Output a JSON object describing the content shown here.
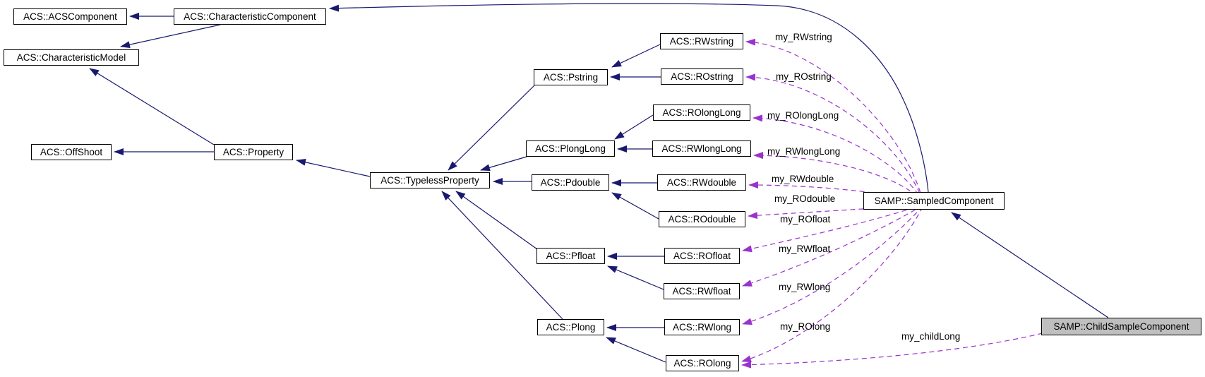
{
  "diagram": {
    "kind": "class-inheritance-and-usage-graph",
    "selected_node": "SAMP::ChildSampleComponent",
    "colors": {
      "background": "#ffffff",
      "inheritance_edge": "#191970",
      "usage_edge": "#9a32cd",
      "node_border": "#000000",
      "node_fill": "#ffffff",
      "selected_node_fill": "#bfbfbf",
      "text": "#000000"
    },
    "nodes": {
      "acscomponent": {
        "label": "ACS::ACSComponent"
      },
      "characteristiccomponent": {
        "label": "ACS::CharacteristicComponent"
      },
      "characteristicmodel": {
        "label": "ACS::CharacteristicModel"
      },
      "offshoot": {
        "label": "ACS::OffShoot"
      },
      "property": {
        "label": "ACS::Property"
      },
      "typelessproperty": {
        "label": "ACS::TypelessProperty"
      },
      "pstring": {
        "label": "ACS::Pstring"
      },
      "plonglong": {
        "label": "ACS::PlongLong"
      },
      "pdouble": {
        "label": "ACS::Pdouble"
      },
      "pfloat": {
        "label": "ACS::Pfloat"
      },
      "plong": {
        "label": "ACS::Plong"
      },
      "rwstring": {
        "label": "ACS::RWstring"
      },
      "rostring": {
        "label": "ACS::ROstring"
      },
      "rolonglong": {
        "label": "ACS::ROlongLong"
      },
      "rwlonglong": {
        "label": "ACS::RWlongLong"
      },
      "rwdouble": {
        "label": "ACS::RWdouble"
      },
      "rodouble": {
        "label": "ACS::ROdouble"
      },
      "rofloat": {
        "label": "ACS::ROfloat"
      },
      "rwfloat": {
        "label": "ACS::RWfloat"
      },
      "rwlong": {
        "label": "ACS::RWlong"
      },
      "rolong": {
        "label": "ACS::ROlong"
      },
      "sampledcomponent": {
        "label": "SAMP::SampledComponent"
      },
      "childsamplecomponent": {
        "label": "SAMP::ChildSampleComponent"
      }
    },
    "inheritance_edges": [
      {
        "from": "ACS::CharacteristicComponent",
        "to": "ACS::ACSComponent"
      },
      {
        "from": "ACS::CharacteristicComponent",
        "to": "ACS::CharacteristicModel"
      },
      {
        "from": "ACS::Property",
        "to": "ACS::CharacteristicModel"
      },
      {
        "from": "ACS::Property",
        "to": "ACS::OffShoot"
      },
      {
        "from": "ACS::TypelessProperty",
        "to": "ACS::Property"
      },
      {
        "from": "ACS::Pstring",
        "to": "ACS::TypelessProperty"
      },
      {
        "from": "ACS::PlongLong",
        "to": "ACS::TypelessProperty"
      },
      {
        "from": "ACS::Pdouble",
        "to": "ACS::TypelessProperty"
      },
      {
        "from": "ACS::Pfloat",
        "to": "ACS::TypelessProperty"
      },
      {
        "from": "ACS::Plong",
        "to": "ACS::TypelessProperty"
      },
      {
        "from": "ACS::RWstring",
        "to": "ACS::Pstring"
      },
      {
        "from": "ACS::ROstring",
        "to": "ACS::Pstring"
      },
      {
        "from": "ACS::ROlongLong",
        "to": "ACS::PlongLong"
      },
      {
        "from": "ACS::RWlongLong",
        "to": "ACS::PlongLong"
      },
      {
        "from": "ACS::RWdouble",
        "to": "ACS::Pdouble"
      },
      {
        "from": "ACS::ROdouble",
        "to": "ACS::Pdouble"
      },
      {
        "from": "ACS::ROfloat",
        "to": "ACS::Pfloat"
      },
      {
        "from": "ACS::RWfloat",
        "to": "ACS::Pfloat"
      },
      {
        "from": "ACS::RWlong",
        "to": "ACS::Plong"
      },
      {
        "from": "ACS::ROlong",
        "to": "ACS::Plong"
      },
      {
        "from": "SAMP::SampledComponent",
        "to": "ACS::CharacteristicComponent"
      },
      {
        "from": "SAMP::ChildSampleComponent",
        "to": "SAMP::SampledComponent"
      }
    ],
    "usage_edges": [
      {
        "from": "SAMP::SampledComponent",
        "to": "ACS::RWstring",
        "label": "my_RWstring"
      },
      {
        "from": "SAMP::SampledComponent",
        "to": "ACS::ROstring",
        "label": "my_ROstring"
      },
      {
        "from": "SAMP::SampledComponent",
        "to": "ACS::ROlongLong",
        "label": "my_ROlongLong"
      },
      {
        "from": "SAMP::SampledComponent",
        "to": "ACS::RWlongLong",
        "label": "my_RWlongLong"
      },
      {
        "from": "SAMP::SampledComponent",
        "to": "ACS::RWdouble",
        "label": "my_RWdouble"
      },
      {
        "from": "SAMP::SampledComponent",
        "to": "ACS::ROdouble",
        "label": "my_ROdouble"
      },
      {
        "from": "SAMP::SampledComponent",
        "to": "ACS::ROfloat",
        "label": "my_ROfloat"
      },
      {
        "from": "SAMP::SampledComponent",
        "to": "ACS::RWfloat",
        "label": "my_RWfloat"
      },
      {
        "from": "SAMP::SampledComponent",
        "to": "ACS::RWlong",
        "label": "my_RWlong"
      },
      {
        "from": "SAMP::SampledComponent",
        "to": "ACS::ROlong",
        "label": "my_ROlong"
      },
      {
        "from": "SAMP::ChildSampleComponent",
        "to": "ACS::ROlong",
        "label": "my_childLong"
      }
    ]
  }
}
